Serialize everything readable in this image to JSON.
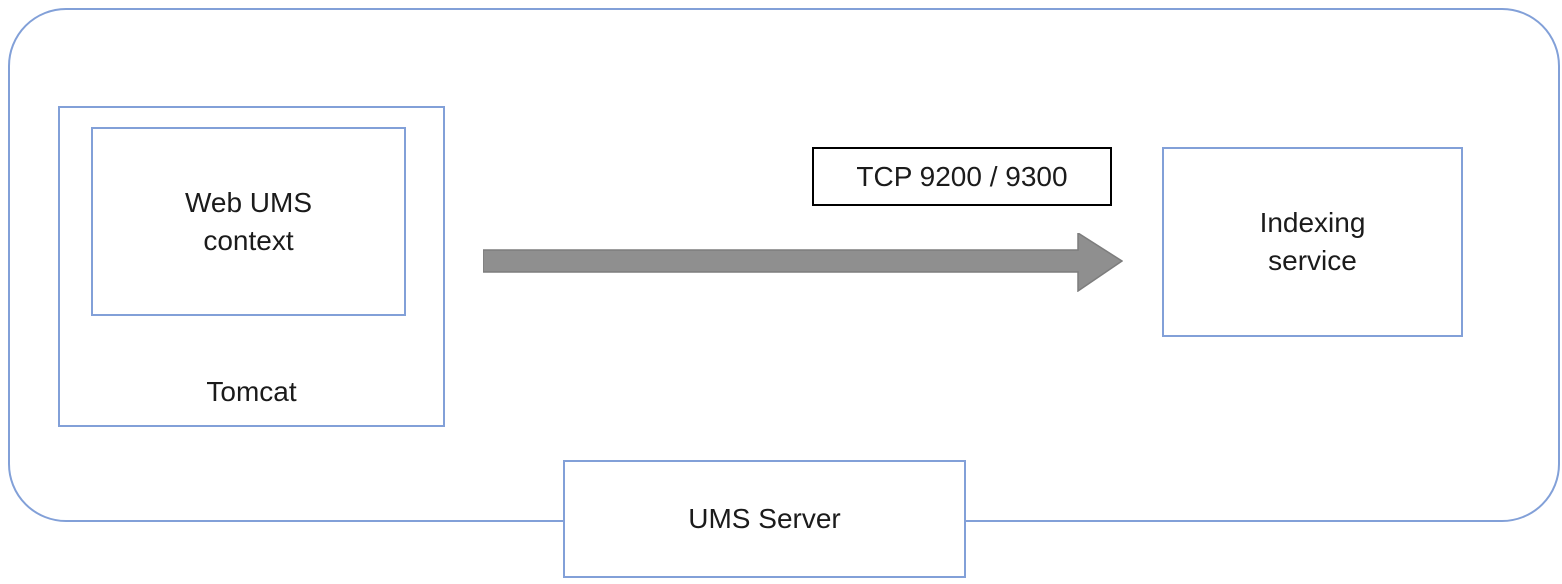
{
  "diagram": {
    "type": "architecture-diagram",
    "nodes": {
      "web_ums_context": {
        "label": "Web UMS\ncontext"
      },
      "tomcat": {
        "label": "Tomcat"
      },
      "indexing_service": {
        "label": "Indexing\nservice"
      },
      "ums_server": {
        "label": "UMS Server"
      }
    },
    "connection": {
      "label": "TCP 9200 / 9300",
      "from": "Web UMS context (Tomcat)",
      "to": "Indexing service",
      "direction": "left-to-right"
    },
    "colors": {
      "box_border_blue": "#82A0D8",
      "label_border_black": "#000000",
      "arrow_fill_gray": "#8F8F8F",
      "arrow_stroke_gray": "#7D7D7D",
      "text": "#1B1B1B",
      "background": "#FFFFFF"
    }
  }
}
